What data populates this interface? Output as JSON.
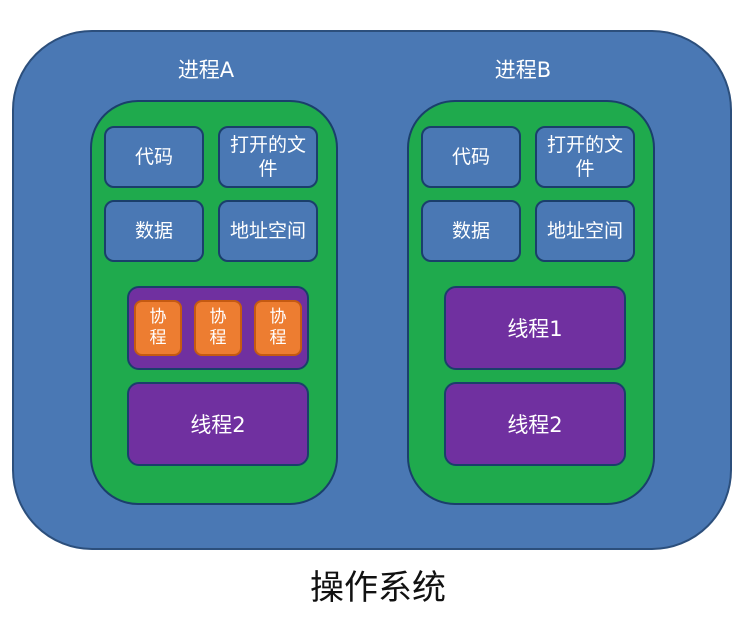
{
  "colors": {
    "os_fill": "#4a78b4",
    "process_fill": "#1faa4d",
    "resource_fill": "#4a78b4",
    "thread_fill": "#7030a0",
    "coroutine_fill": "#ed7d31"
  },
  "process_a": {
    "title": "进程A",
    "code": "代码",
    "open_files": "打开的文件",
    "data": "数据",
    "address_space": "地址空间",
    "coroutines": [
      "协程",
      "协程",
      "协程"
    ],
    "thread": "线程2"
  },
  "process_b": {
    "title": "进程B",
    "code": "代码",
    "open_files": "打开的文件",
    "data": "数据",
    "address_space": "地址空间",
    "thread1": "线程1",
    "thread2": "线程2"
  },
  "caption": "操作系统"
}
